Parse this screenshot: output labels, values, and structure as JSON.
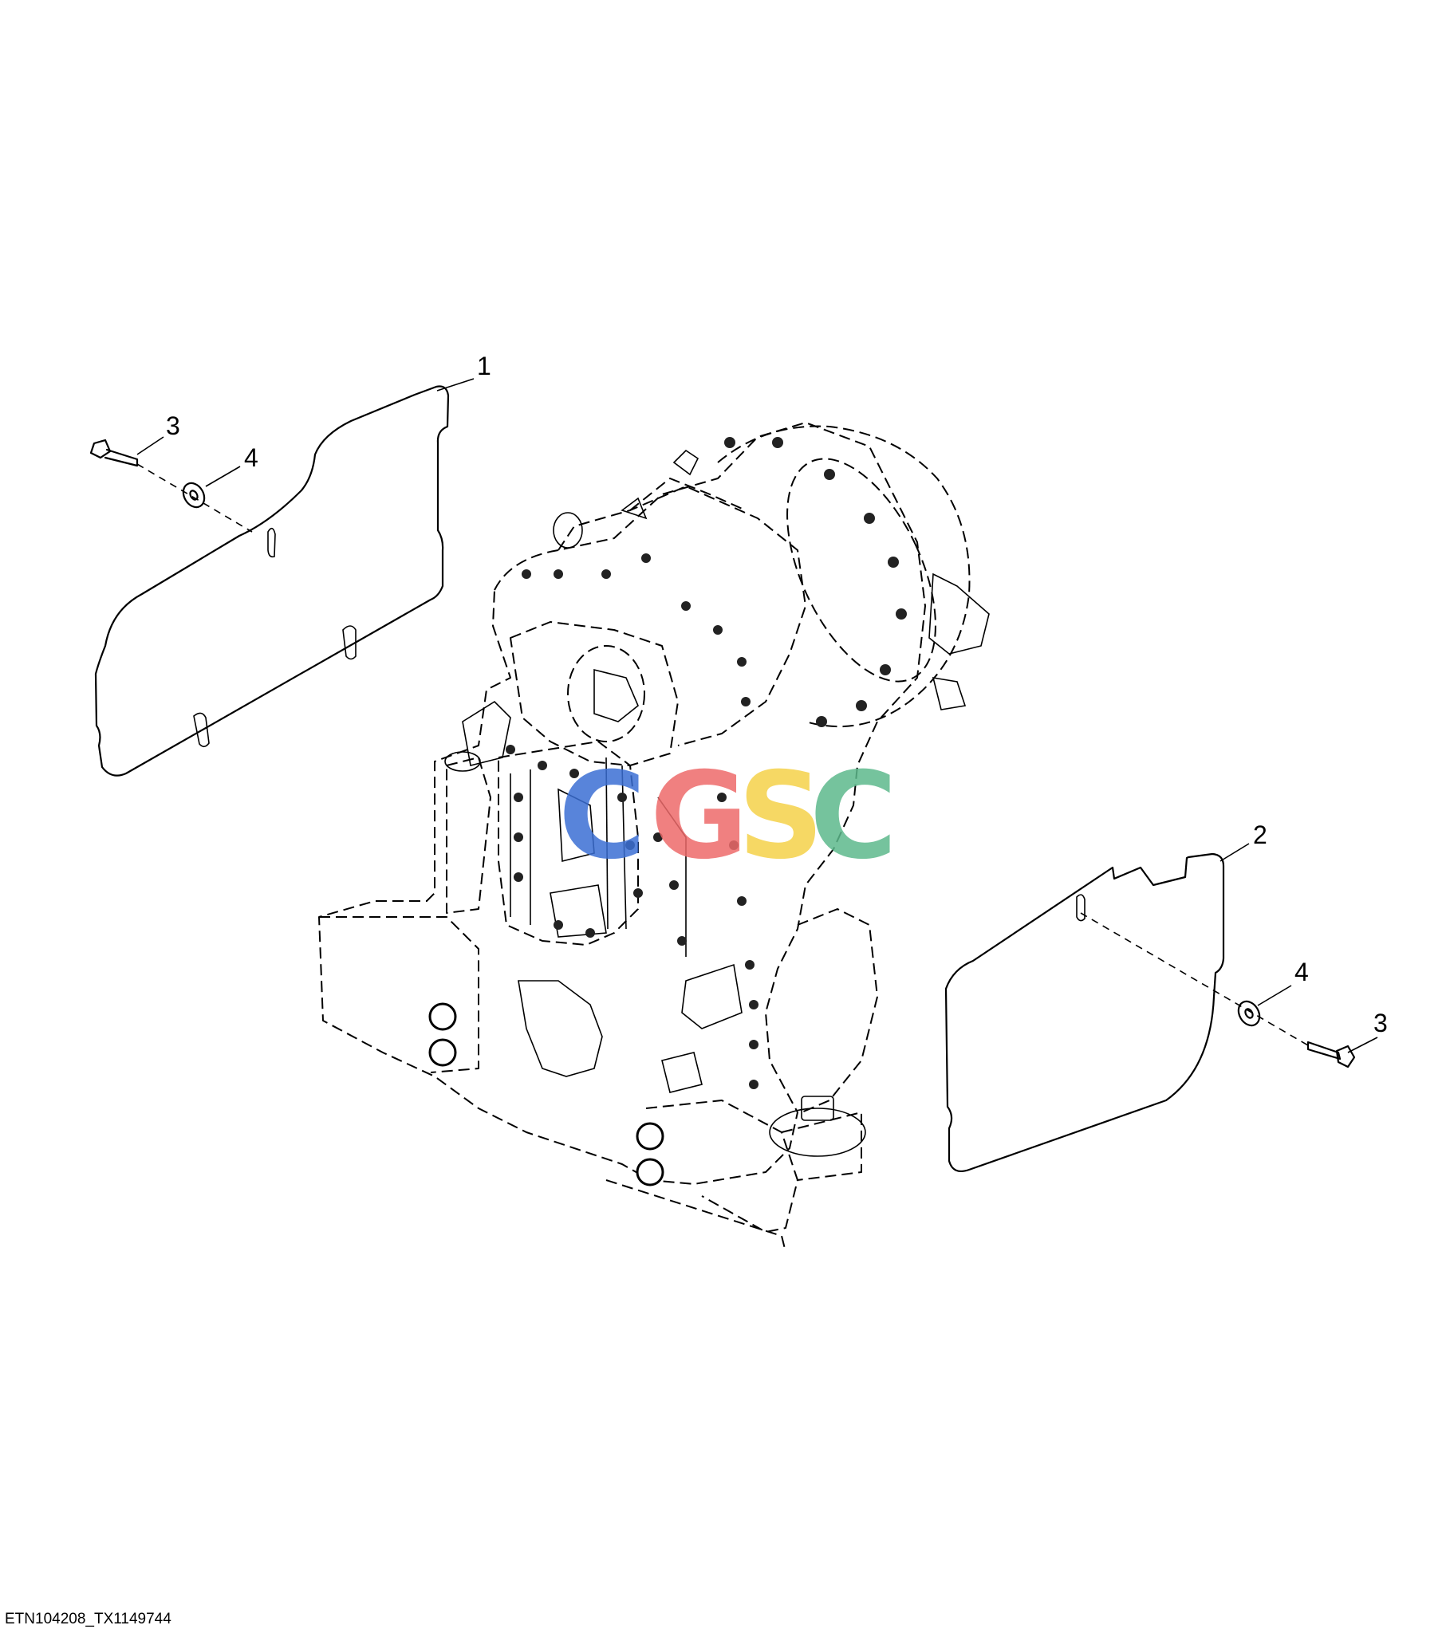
{
  "callouts": {
    "c1": "1",
    "c2": "2",
    "c3_left": "3",
    "c4_left": "4",
    "c4_right": "4",
    "c3_right": "3"
  },
  "watermark": {
    "letters": [
      "C",
      "G",
      "S",
      "C"
    ],
    "colors": [
      "#3b6fd4",
      "#ee6b6b",
      "#f5d24a",
      "#5db98c"
    ]
  },
  "caption": "ETN104208_TX1149744"
}
